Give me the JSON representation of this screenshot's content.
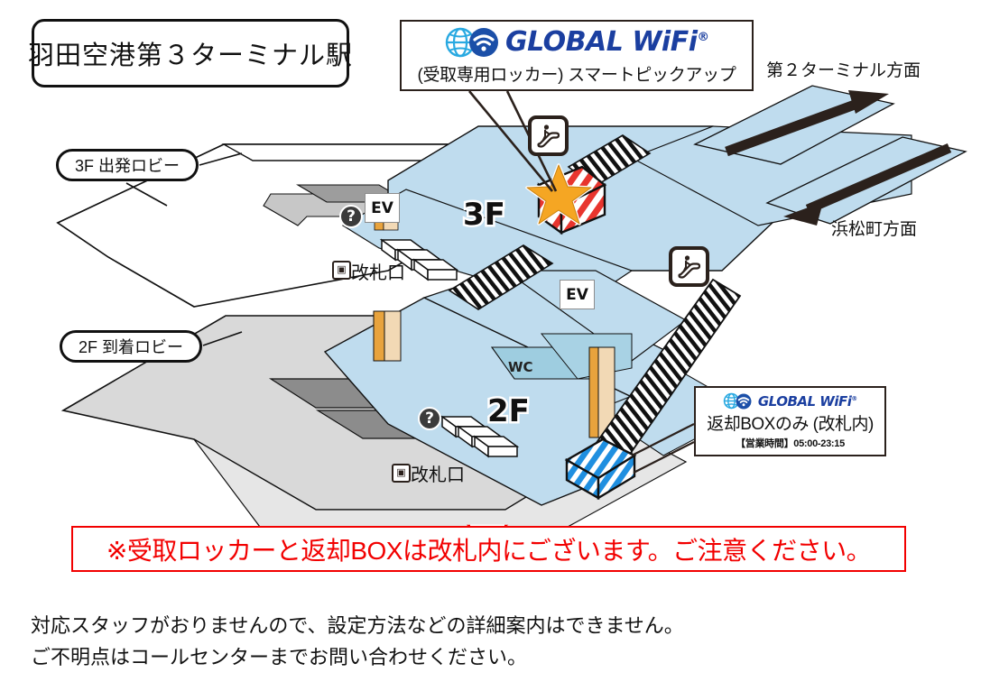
{
  "station": {
    "title": "羽田空港第３ターミナル駅"
  },
  "floor_labels": {
    "f3": "3F 出発ロビー",
    "f2": "2F 到着ロビー",
    "f3_big": "3F",
    "f2_big": "2F"
  },
  "callouts": {
    "pickup": {
      "brand": "GLOBAL WiFi",
      "registered": "®",
      "subtitle": "(受取専用ロッカー) スマートピックアップ"
    },
    "return": {
      "brand": "GLOBAL WiFi",
      "registered": "®",
      "subtitle": "返却BOXのみ (改札内)",
      "hours": "【営業時間】05:00-23:15"
    }
  },
  "directions": {
    "terminal2": "第２ターミナル方面",
    "hamamatsucho": "浜松町方面"
  },
  "map_labels": {
    "wc": "WC",
    "gate_3f": "改札口",
    "gate_2f": "改札口",
    "ev_3f": "EV",
    "ev_2f": "EV",
    "question_3f": "?",
    "question_2f": "?",
    "gate_icon_glyph": "▣"
  },
  "warning": {
    "text": "※受取ロッカーと返却BOXは改札内にございます。ご注意ください。",
    "color": "#f20000"
  },
  "footer": {
    "line1": "対応スタッフがおりませんので、設定方法などの詳細案内はできません。",
    "line2": "ご不明点はコールセンターまでお問い合わせください。"
  },
  "colors": {
    "platform_blue": "#bfdcee",
    "concourse_gray": "#d9d9d9",
    "dark_gray": "#8c8c8c",
    "locker_red": "#e8352e",
    "return_blue": "#1f8fe0",
    "star_gold": "#f5a623",
    "arrow_brown": "#2b211c",
    "wall_tan": "#f2d9b5",
    "wc_blue": "#9ecde0"
  },
  "icons": {
    "escalator_3f": "escalator-icon",
    "escalator_2f": "escalator-icon",
    "globe": "globe-icon",
    "wifi": "wifi-icon",
    "star": "star-icon"
  }
}
